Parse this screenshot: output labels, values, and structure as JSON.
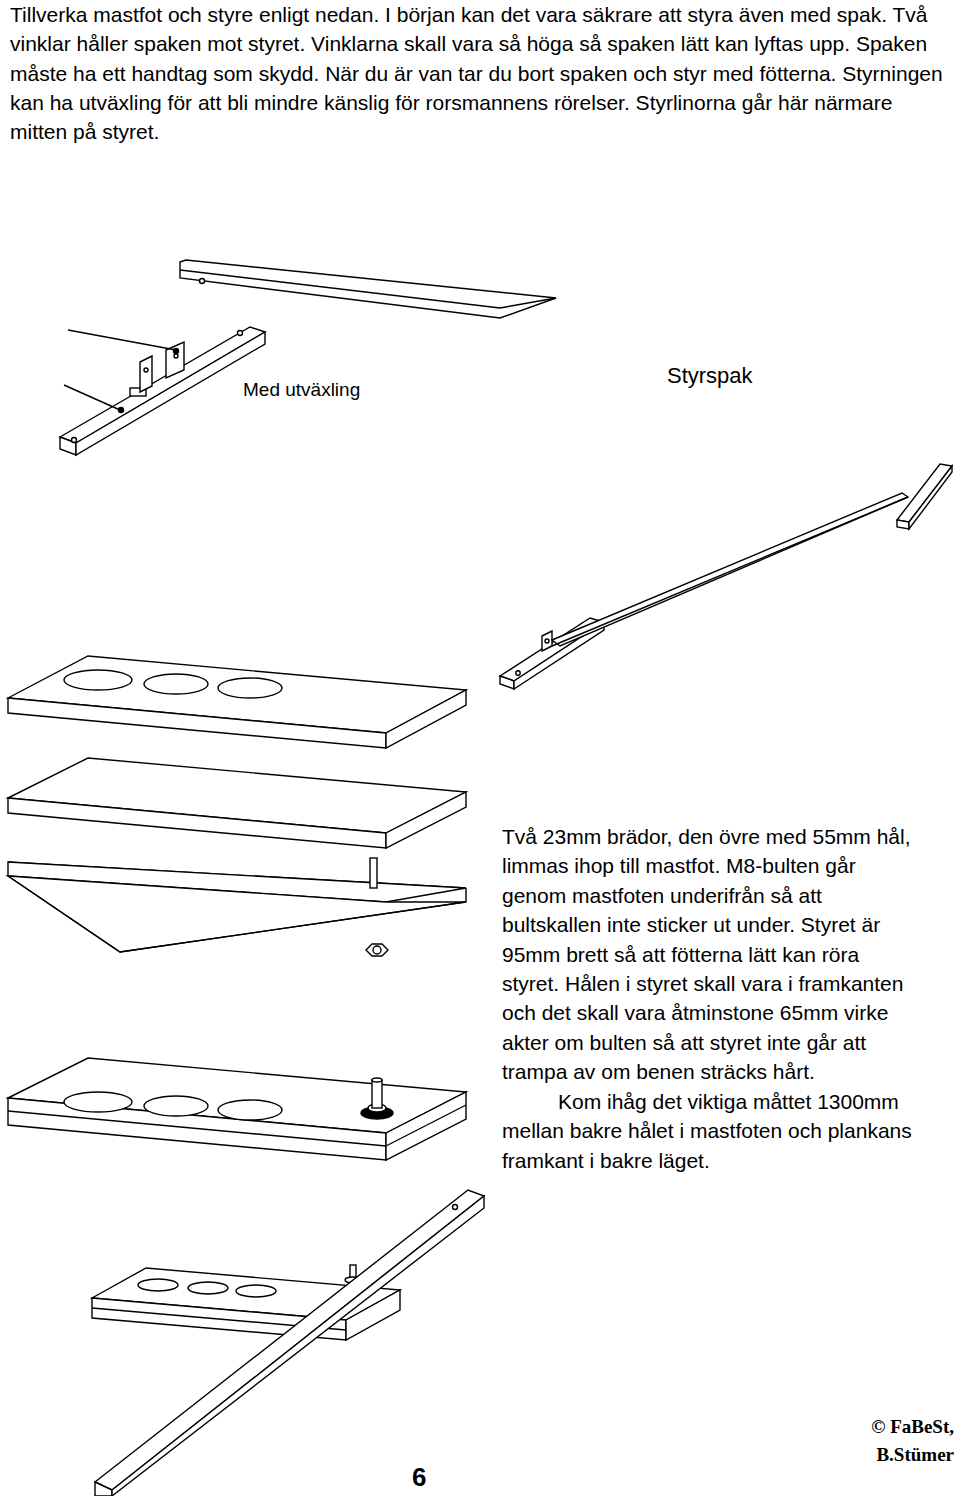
{
  "diagram": {
    "labels": [
      "Tillverka mastfot och styre enligt nedan. I början kan det vara säkrare att styra även med spak. Två vinklar håller spaken mot styret. Vinklarna skall vara så höga så spaken lätt kan lyftas upp. Spaken måste ha ett handtag som skydd. När du är van tar du bort spaken och styr med fötterna. Styrningen kan ha utväxling för att bli mindre känslig för rorsmannens rörelser. Styrlinorna går här närmare mitten på styret.",
      "Med utväxling",
      "Styrspak",
      "Två 23mm brädor, den övre med 55mm hål, limmas ihop till mastfot. M8-bulten går genom mastfoten underifrån så att bultskallen inte sticker ut under. Styret är 95mm brett så att fötterna lätt kan röra styret. Hålen i styret skall vara i framkanten och det skall vara åtminstone 65mm virke akter om bulten så att styret inte går att trampa av om benen sträcks hårt.",
      "Kom ihåg det viktiga måttet 1300mm mellan bakre hålet i mastfoten och plankans framkant i bakre läget.",
      "6",
      "© FaBeSt, B.Stümer"
    ]
  }
}
